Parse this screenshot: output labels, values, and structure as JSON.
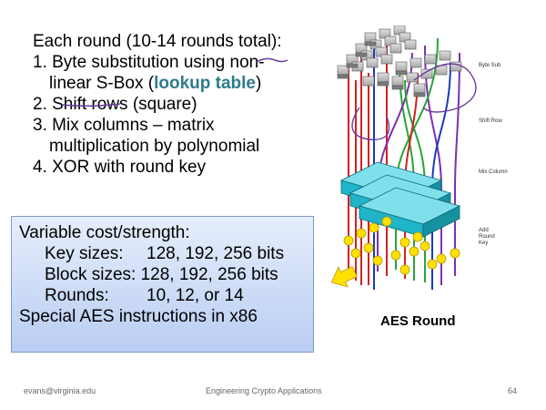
{
  "steps": {
    "intro": "Each round (10-14 rounds total):",
    "s1a": "1. Byte substitution using non-",
    "s1b_pre": "linear S-Box (",
    "s1b_hl": "lookup table",
    "s1b_post": ")",
    "s2": "2. Shift rows (square)",
    "s3a": "3. Mix columns – matrix",
    "s3b": "multiplication by polynomial",
    "s4": "4. XOR with round key"
  },
  "box": {
    "title": "Variable cost/strength:",
    "key_label": "Key sizes:",
    "key_values": "128, 192, 256 bits",
    "block_label": "Block sizes:",
    "block_values": "128, 192, 256 bits",
    "rounds_label": "Rounds:",
    "rounds_values": "10, 12, or 14",
    "special": "Special AES instructions in x86"
  },
  "diagram": {
    "label_bytesub": "Byte Sub",
    "label_shiftrow": "Shift Row",
    "label_mixcolumn": "Mix Column",
    "label_addkey_1": "Add",
    "label_addkey_2": "Round",
    "label_addkey_3": "Key",
    "caption": "AES Round"
  },
  "footer": {
    "email": "evans@virginia.edu",
    "course": "Engineering Crypto Applications",
    "page": "64"
  },
  "colors": {
    "highlight": "#2e7c8c",
    "box_top": "#e6eefb",
    "box_bottom": "#b9cdf2",
    "mix_block": "#1fb4c8",
    "key_node": "#ffe100",
    "arrow": "#ffe100"
  }
}
